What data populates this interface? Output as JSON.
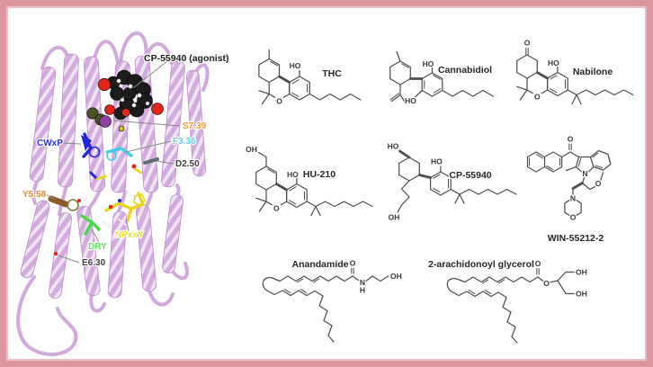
{
  "figure": {
    "background": "#ffffff",
    "border_color": "#dc96a2"
  },
  "protein_panel": {
    "ligand_label": "CP-55940 (agonist)",
    "ligand_label_color": "#1e1e1e",
    "ribbon_color": "#d3abde",
    "residues": [
      {
        "label": "S7.39",
        "color": "#f49b3c"
      },
      {
        "label": "F3.36",
        "color": "#5fcdf2"
      },
      {
        "label": "D2.50",
        "color": "#3e3e3e"
      },
      {
        "label": "CWxP",
        "color": "#2e2ee2"
      },
      {
        "label": "Y5.58",
        "color": "#e18c2f"
      },
      {
        "label": "NPxxY",
        "color": "#eee32c"
      },
      {
        "label": "DRY",
        "color": "#5ee45e"
      },
      {
        "label": "E6.30",
        "color": "#3e3e3e"
      }
    ]
  },
  "molecules": [
    {
      "name": "THC",
      "atom_labels": [
        "HO",
        "O"
      ]
    },
    {
      "name": "Cannabidiol",
      "atom_labels": [
        "HO",
        "HO"
      ]
    },
    {
      "name": "Nabilone",
      "atom_labels": [
        "O",
        "HO",
        "O"
      ]
    },
    {
      "name": "HU-210",
      "atom_labels": [
        "OH",
        "HO",
        "O"
      ]
    },
    {
      "name": "CP-55940",
      "atom_labels": [
        "HO",
        "HO",
        "OH"
      ]
    },
    {
      "name": "WIN-55212-2",
      "atom_labels": [
        "O",
        "N",
        "O",
        "N",
        "O"
      ]
    },
    {
      "name": "Anandamide",
      "atom_labels": [
        "O",
        "N",
        "H",
        "OH"
      ]
    },
    {
      "name": "2-arachidonoyl glycerol",
      "atom_labels": [
        "O",
        "O",
        "OH",
        "OH"
      ]
    }
  ]
}
